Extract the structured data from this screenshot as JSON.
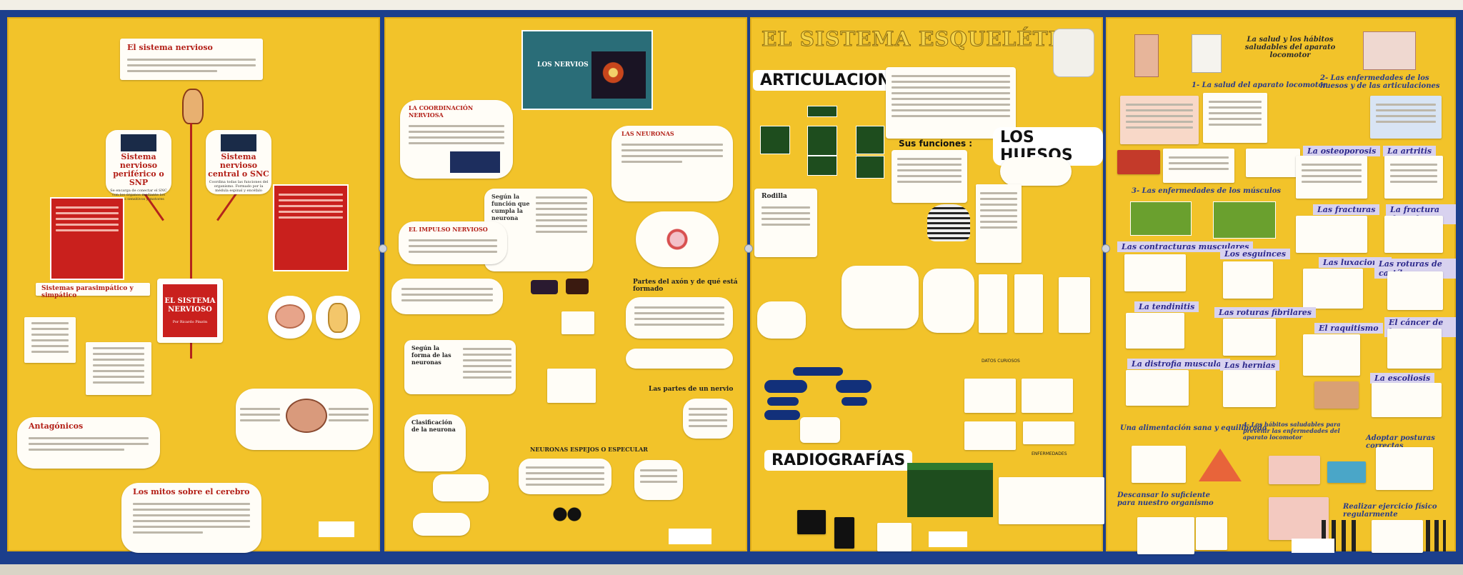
{
  "panel1": {
    "top_title": "El sistema nervioso",
    "snp_title": "Sistema nervioso periférico o SNP",
    "snc_title": "Sistema nervioso central o SNC",
    "snp_text": "Se encarga de conectar el SNC con los órganos mediante los nervios sensitivos y motores",
    "snc_text": "Coordina todas las funciones del organismo. Formado por la médula espinal y encéfalo",
    "center_title": "EL SISTEMA NERVIOSO",
    "center_author": "Por Ricardo Pinzón",
    "sistemas_title": "Sistemas parasimpático y simpático",
    "antagonicos": "Antagónicos",
    "mitos": "Los mitos sobre el cerebro"
  },
  "panel2": {
    "banner_title": "LOS NERVIOS",
    "coordinacion": "LA COORDINACIÓN NERVIOSA",
    "las_neuronas": "LAS NEURONAS",
    "impulso": "EL IMPULSO NERVIOSO",
    "segun_funcion": "Según la función que cumpla la neurona",
    "partes_axon": "Partes del axón y de qué está formado",
    "segun_forma": "Según la forma de las neuronas",
    "clasificacion": "Clasificación de la neurona",
    "partes_neurona": "Las partes de un nervio",
    "espejos": "NEURONAS ESPEJOS O ESPECULAR"
  },
  "panel3": {
    "title": "EL SISTEMA ESQUELÉTICO",
    "articulaciones": "ARTICULACIONES",
    "sus_funciones": "Sus funciones :",
    "los_huesos": "LOS HUESOS",
    "rodilla": "Rodilla",
    "radiografias": "RADIOGRAFÍAS",
    "datos": "DATOS CURIOSOS",
    "enfermedades": "ENFERMEDADES"
  },
  "panel4": {
    "title": "La salud y los hábitos saludables del aparato locomotor",
    "h1": "1- La salud del aparato locomotor",
    "h2": "2- Las enfermedades de los huesos y de las articulaciones",
    "h3": "3- Las enfermedades de los músculos",
    "osteoporosis": "La osteoporosis",
    "artritis": "La artritis",
    "fracturas": "Las fracturas",
    "fractura_cadera": "La fractura de cadera",
    "contracturas": "Las contracturas musculares",
    "esguinces": "Los esguinces",
    "luxaciones": "Las luxaciones",
    "roturas_cartilagos": "Las roturas de cartílagos",
    "tendinitis": "La tendinitis",
    "roturas_fibrilares": "Las roturas fibrilares",
    "raquitismo": "El raquitismo",
    "cancer": "El cáncer de huesos",
    "distrofia": "La distrofia muscular",
    "hernias": "Las hernias",
    "escoliosis": "La escoliosis",
    "alimentacion": "Una alimentación sana y equilibrada",
    "habitos": "4- Los hábitos saludables para prevenir las enfermedades del aparato locomotor",
    "posturas": "Adoptar posturas correctas",
    "descansar": "Descansar lo suficiente para nuestro organismo",
    "ejercicio": "Realizar ejercicio físico regularmente"
  },
  "colors": {
    "frame": "#1c3f8c",
    "panel": "#f2c32a",
    "red": "#c9201d",
    "green": "#1e4d1e",
    "navy": "#12307a"
  }
}
